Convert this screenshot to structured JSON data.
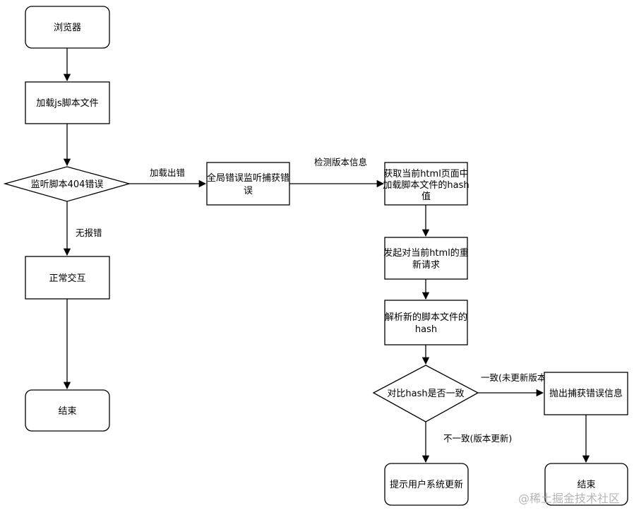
{
  "nodes": {
    "browser": "浏览器",
    "load_js": "加载js脚本文件",
    "listen_404": "监听脚本404错误",
    "normal": "正常交互",
    "end_left": "结束",
    "global_catch": [
      "全局错误监听捕获错",
      "误"
    ],
    "get_hash": [
      "获取当前html页面中",
      "加载脚本文件的hash",
      "值"
    ],
    "rerequest": [
      "发起对当前html的重",
      "新请求"
    ],
    "parse_hash": [
      "解析新的脚本文件的",
      "hash"
    ],
    "compare": "对比hash是否一致",
    "throw_error": "抛出捕获错误信息",
    "notify": "提示用户系统更新",
    "end_right": "结束"
  },
  "edges": {
    "load_error": "加载出错",
    "no_error": "无报错",
    "check_version": "检测版本信息",
    "consistent": "一致(未更新版本)",
    "inconsistent": "不一致(版本更新)"
  },
  "watermark": "@稀土掘金技术社区"
}
